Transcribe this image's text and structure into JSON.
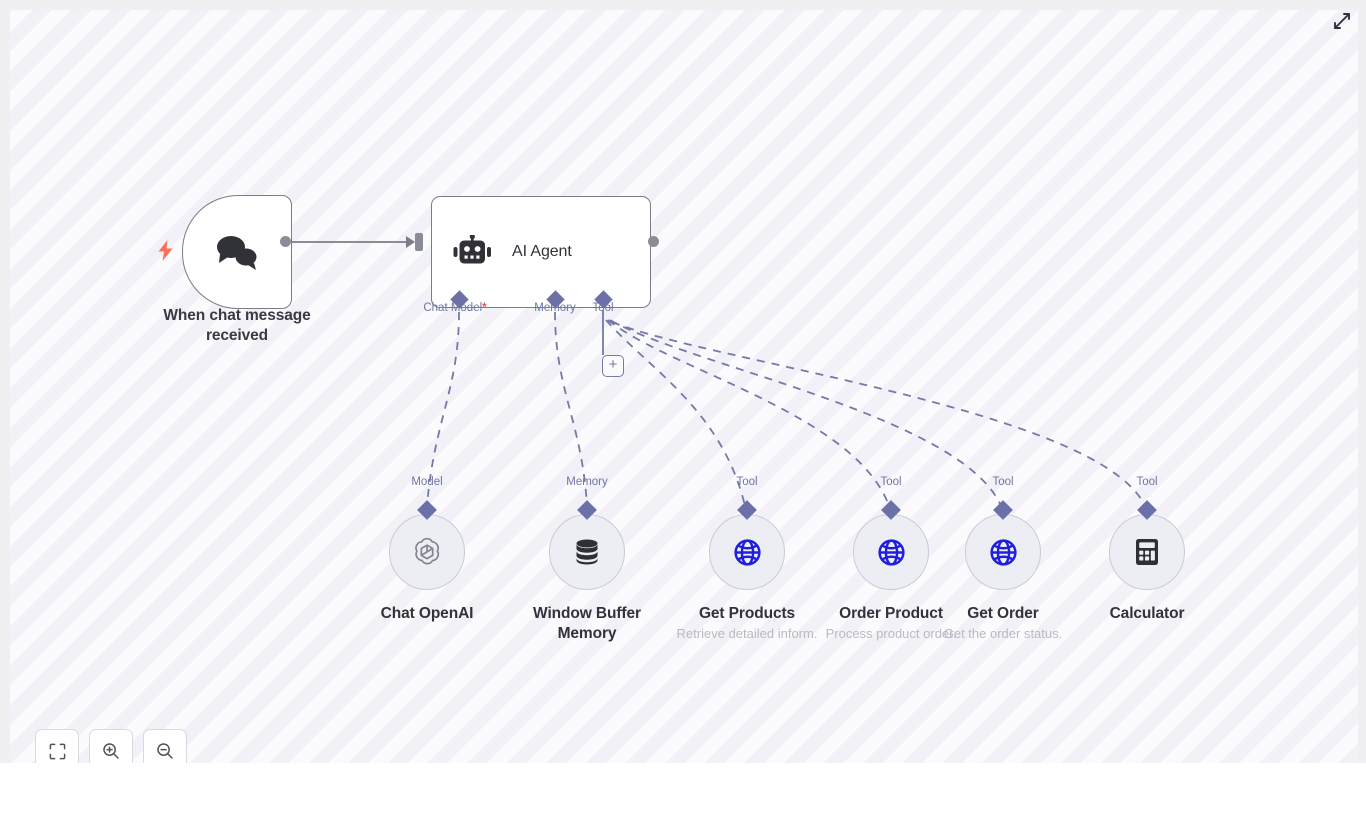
{
  "canvas": {
    "background_stripe_light": "#fbfbfd",
    "background_stripe_dark": "#f1f1f7",
    "frame_color": "#f0f0f2"
  },
  "header": {
    "expand_icon": "expand-diagonal-icon"
  },
  "nodes": {
    "trigger": {
      "name": "When chat message received",
      "icon": "chat-bubbles-icon",
      "badge_icon": "lightning-bolt-icon",
      "badge_color": "#ff6d5a"
    },
    "agent": {
      "name": "AI Agent",
      "icon": "robot-icon",
      "ports": [
        {
          "label": "Chat Model",
          "required": true,
          "required_mark": "*"
        },
        {
          "label": "Memory",
          "required": false,
          "required_mark": ""
        },
        {
          "label": "Tool",
          "required": false,
          "required_mark": ""
        }
      ],
      "add_button_label": "+"
    },
    "subnodes": [
      {
        "port_label": "Model",
        "name": "Chat OpenAI",
        "description": "",
        "icon": "openai-logo-icon",
        "icon_color": "#80838f"
      },
      {
        "port_label": "Memory",
        "name": "Window Buffer Memory",
        "description": "",
        "icon": "database-stack-icon",
        "icon_color": "#2f3036"
      },
      {
        "port_label": "Tool",
        "name": "Get Products",
        "description": "Retrieve detailed inform.",
        "icon": "globe-icon",
        "icon_color": "#1f1fe0"
      },
      {
        "port_label": "Tool",
        "name": "Order Product",
        "description": "Process product order.",
        "icon": "globe-icon",
        "icon_color": "#1f1fe0"
      },
      {
        "port_label": "Tool",
        "name": "Get Order",
        "description": "Get the order status.",
        "icon": "globe-icon",
        "icon_color": "#1f1fe0"
      },
      {
        "port_label": "Tool",
        "name": "Calculator",
        "description": "",
        "icon": "calculator-icon",
        "icon_color": "#2f3036"
      }
    ]
  },
  "toolbar": {
    "buttons": [
      {
        "icon": "fit-to-view-icon",
        "label": ""
      },
      {
        "icon": "zoom-in-icon",
        "label": ""
      },
      {
        "icon": "zoom-out-icon",
        "label": ""
      }
    ]
  },
  "colors": {
    "edge_solid": "#7a7d85",
    "edge_dashed": "#7479a8",
    "port_accent": "#6b71a8",
    "node_border": "#7a7d85",
    "subnode_fill": "#edeef3",
    "subnode_border": "#c9ccd6",
    "required_asterisk": "#f0503c",
    "text_primary": "#32323a",
    "text_muted": "#b8bac4"
  }
}
